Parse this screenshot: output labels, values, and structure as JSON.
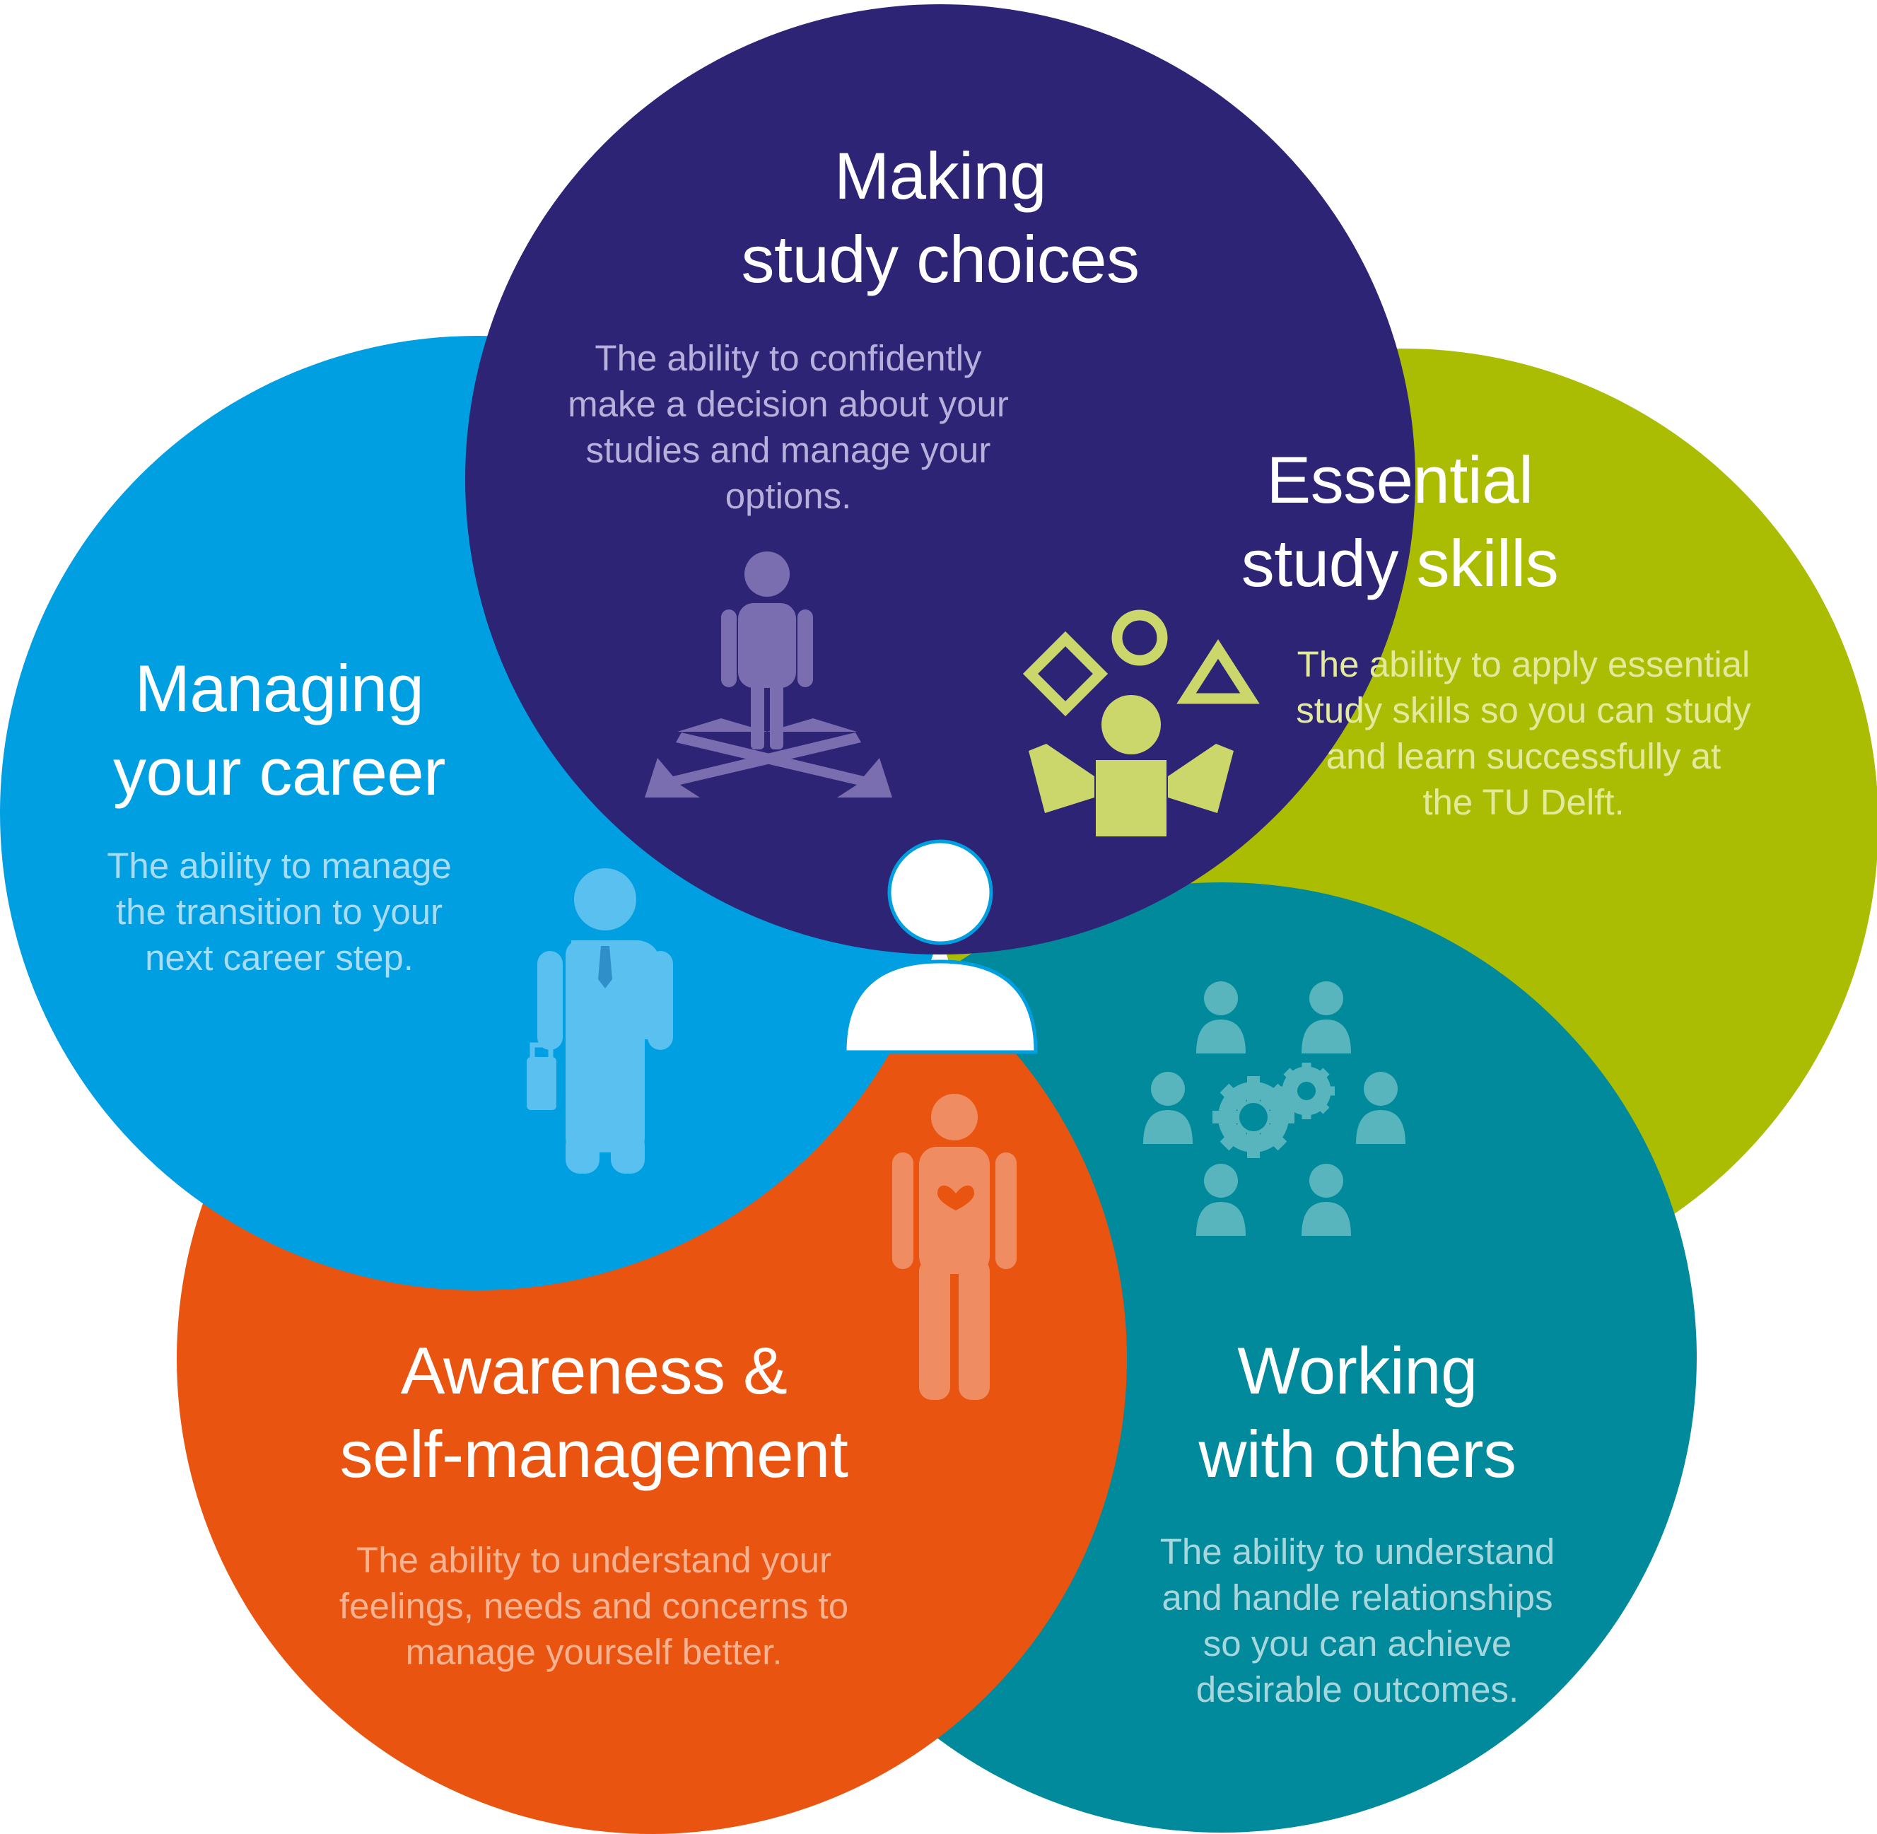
{
  "colors": {
    "study_choices": "#2e2476",
    "study_skills": "#aabd02",
    "career": "#009fe1",
    "awareness": "#e95511",
    "others": "#008a9b",
    "center_person_outline": "#009fe1"
  },
  "circles": {
    "study_choices": {
      "title": [
        "Making",
        "study choices"
      ],
      "description": [
        "The ability to confidently",
        "make a decision about your",
        "studies and manage your",
        "options."
      ],
      "icon": "crossroads-person-icon",
      "description_color": "#b7b0db"
    },
    "study_skills": {
      "title": [
        "Essential",
        "study skills"
      ],
      "description": [
        "The ability to apply essential",
        "study skills so you can study",
        "and learn successfully at",
        "the TU Delft."
      ],
      "icon": "juggling-shapes-person-icon",
      "description_color": "#e3ea9c"
    },
    "career": {
      "title": [
        "Managing",
        "your career"
      ],
      "description": [
        "The ability to manage",
        "the transition to your",
        "next career step."
      ],
      "icon": "businessman-briefcase-icon",
      "description_color": "#a8dcf5"
    },
    "awareness": {
      "title": [
        "Awareness &",
        "self-management"
      ],
      "description": [
        "The ability to understand your",
        "feelings, needs and concerns to",
        "manage yourself better."
      ],
      "icon": "person-heart-icon",
      "description_color": "#f6b291"
    },
    "others": {
      "title": [
        "Working",
        "with others"
      ],
      "description": [
        "The ability to understand",
        "and handle relationships",
        "so you can achieve",
        "desirable outcomes."
      ],
      "icon": "team-gears-icon",
      "description_color": "#a7d6dd"
    }
  },
  "center_icon": "student-person-icon"
}
